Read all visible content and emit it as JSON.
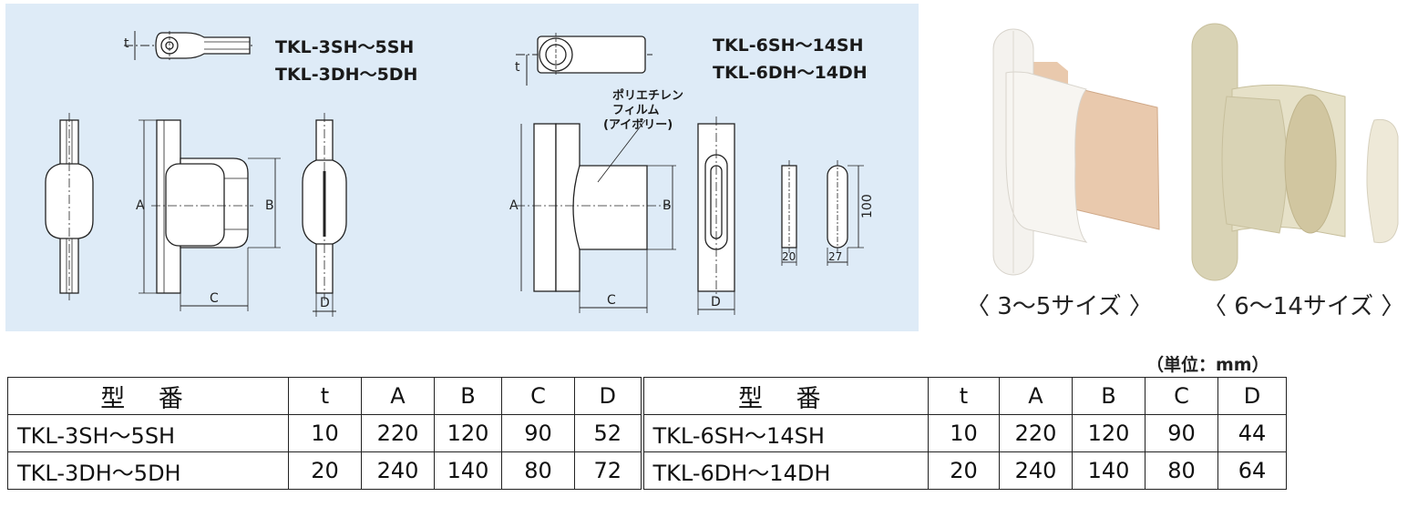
{
  "drawing": {
    "small_group": {
      "model_lines": [
        "TKL-3SH～5SH",
        "TKL-3DH～5DH"
      ]
    },
    "large_group": {
      "model_lines": [
        "TKL-6SH～14SH",
        "TKL-6DH～14DH"
      ],
      "film_note": [
        "ポリエチレン",
        "フィルム",
        "(アイボリー)"
      ]
    },
    "dimension_labels": {
      "t": "t",
      "a": "A",
      "b": "B",
      "c": "C",
      "d": "D"
    },
    "plug_dims": {
      "length": "100",
      "width_small": "20",
      "width_large": "27"
    }
  },
  "photos": {
    "captions": [
      "〈 3～5サイズ 〉",
      "〈 6～14サイズ 〉"
    ],
    "colors": {
      "white_part": "#f4f2ee",
      "orange_part": "#e9c9ad",
      "beige_part": "#d9d3b5"
    }
  },
  "table": {
    "unit": "（単位：mm）",
    "headers": [
      "型 番",
      "t",
      "A",
      "B",
      "C",
      "D",
      "型 番",
      "t",
      "A",
      "B",
      "C",
      "D"
    ],
    "rows": [
      [
        "TKL-3SH～5SH",
        "10",
        "220",
        "120",
        "90",
        "52",
        "TKL-6SH～14SH",
        "10",
        "220",
        "120",
        "90",
        "44"
      ],
      [
        "TKL-3DH～5DH",
        "20",
        "240",
        "140",
        "80",
        "72",
        "TKL-6DH～14DH",
        "20",
        "240",
        "140",
        "80",
        "64"
      ]
    ]
  },
  "colors": {
    "drawing_background": "#deebf7",
    "line": "#222222"
  }
}
